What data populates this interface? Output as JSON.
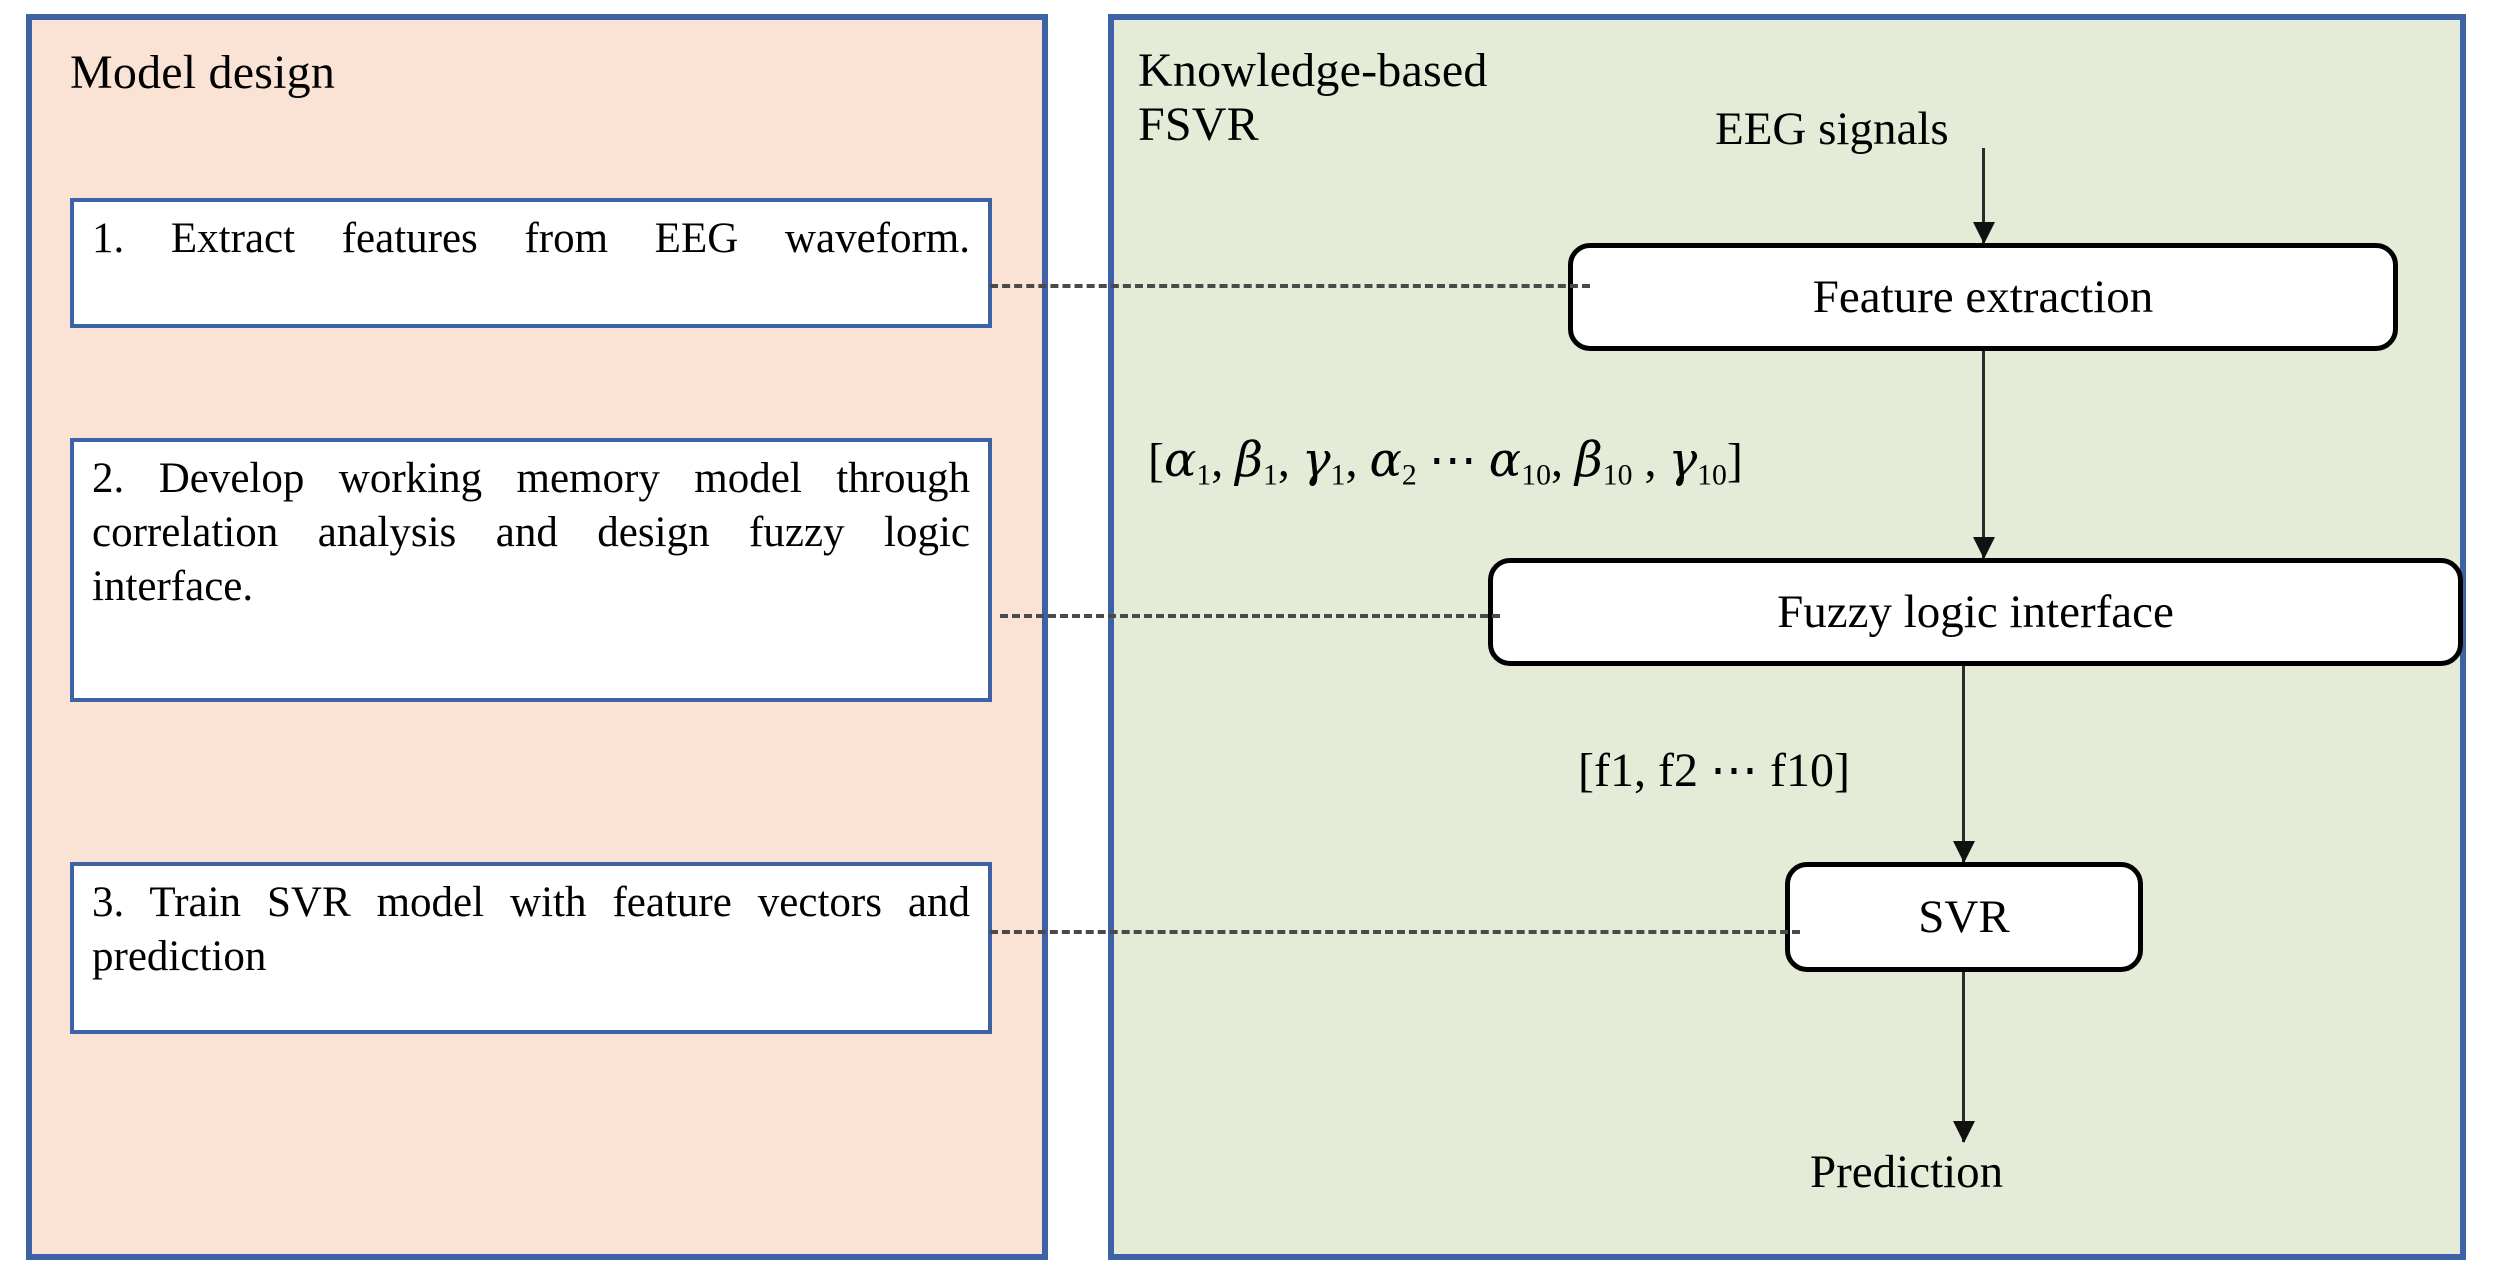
{
  "colors": {
    "panel_border": "#3d62a6",
    "left_panel_bg": "#fae2d5",
    "right_panel_bg": "#e4ecd8",
    "box_border": "#3d62a6",
    "flow_box_border": "#000000",
    "arrow": "#2b2b2b",
    "dashed_connector": "#4a4a4a"
  },
  "left_panel": {
    "title": "Model design",
    "steps": [
      {
        "id": "step-1",
        "text": "1. Extract features   from EEG waveform."
      },
      {
        "id": "step-2",
        "text": "2. Develop working memory model through correlation analysis and design fuzzy logic interface."
      },
      {
        "id": "step-3",
        "text": "3. Train SVR model with feature vectors and prediction"
      }
    ]
  },
  "right_panel": {
    "title": "Knowledge-based FSVR",
    "input_label": "EEG signals",
    "output_label": "Prediction",
    "flow_boxes": [
      {
        "id": "flow-feature",
        "label": "Feature extraction"
      },
      {
        "id": "flow-fuzzy",
        "label": "Fuzzy logic interface"
      },
      {
        "id": "flow-svr",
        "label": "SVR"
      }
    ],
    "edge_labels": [
      {
        "id": "math-alpha",
        "text": "[α₁, β₁, γ₁, α₂ ⋯ α₁₀, β₁₀ , γ₁₀]"
      },
      {
        "id": "math-f",
        "text": "[f1, f2 ⋯ f10]"
      }
    ]
  },
  "connectors": {
    "dashed_count": 3,
    "arrow_count": 4
  }
}
